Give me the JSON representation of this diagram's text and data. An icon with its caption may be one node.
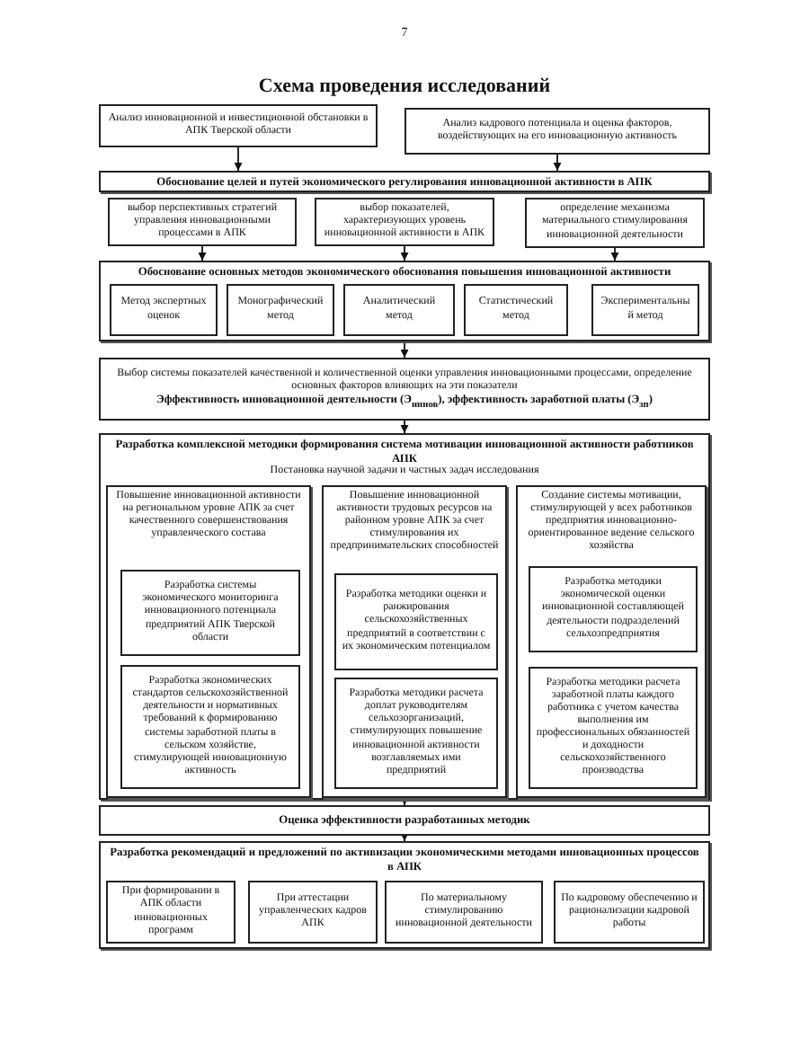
{
  "diagram": {
    "title": "Схема проведения исследований",
    "nodes": [
      {
        "text": [
          "Анализ инновационной и инвестиционной обстановки в АПК Тверской области"
        ]
      },
      {
        "text": [
          "Анализ кадрового потенциала и оценка факторов, воздействующих на его инновационную активность"
        ]
      },
      {
        "text": [
          "Обоснование целей и путей экономического регулирования инновационной активности в АПК"
        ]
      },
      {
        "text": [
          "выбор перспективных стратегий управления инновационными процессами в АПК"
        ]
      },
      {
        "text": [
          "выбор показателей, характеризующих уровень инновационной активности в АПК"
        ]
      },
      {
        "text": [
          "определение механизма материального стимулирования инновационной деятельности"
        ]
      },
      {
        "text": [
          "Обоснование основных методов экономического обоснования повышения инновационной активности"
        ]
      },
      {
        "text": [
          "Метод экспертных оценок"
        ],
        "in": 6
      },
      {
        "text": [
          "Монографический метод"
        ],
        "in": 6
      },
      {
        "text": [
          "Аналитический метод"
        ],
        "in": 6
      },
      {
        "text": [
          "Статистический метод"
        ],
        "in": 6
      },
      {
        "text": [
          "Экспериментальный метод"
        ],
        "in": 6
      },
      {
        "text": [
          "Выбор системы показателей качественной и количественной оценки управления инновационными процессами, определение основных факторов влияющих на эти показатели",
          "Эффективность инновационной деятельности (Э$_{иннов}$), эффективность заработной платы (Э$_{зп}$)"
        ]
      },
      {
        "text": [
          "Разработка комплексной методики формирования система мотивации инновационной активности работников АПК",
          "Постановка научной задачи и частных задач исследования"
        ]
      },
      {
        "text": [
          "Повышение инновационной активности на региональном уровне АПК за счет качественного совершенствования управленческого состава"
        ],
        "in": 13
      },
      {
        "text": [
          "Разработка системы экономического мониторинга инновационного потенциала предприятий АПК Тверской области"
        ],
        "in": 14
      },
      {
        "text": [
          "Разработка экономических стандартов сельскохозяйственной деятельности и нормативных требований к формированию системы заработной платы в сельском хозяйстве, стимулирующей инновационную активность"
        ],
        "in": 14
      },
      {
        "text": [
          "Повышение инновационной активности трудовых ресурсов на районном уровне АПК за счет стимулирования их предпринимательских способностей"
        ],
        "in": 13
      },
      {
        "text": [
          "Разработка методики оценки и ранжирования сельскохозяйственных предприятий в соответствии с их экономическим потенциалом"
        ],
        "in": 17
      },
      {
        "text": [
          "Разработка методики расчета доплат руководителям сельхозорганизаций, стимулирующих повышение инновационной активности возглавляемых ими предприятий"
        ],
        "in": 17
      },
      {
        "text": [
          "Создание системы мотивации, стимулирующей у всех работников предприятия инновационно-ориентированное ведение сельского хозяйства"
        ],
        "in": 13
      },
      {
        "text": [
          "Разработка методики экономической оценки инновационной составляющей деятельности подразделений сельхозпредприятия"
        ],
        "in": 20
      },
      {
        "text": [
          "Разработка методики расчета заработной платы каждого работника с учетом качества выполнения им профессиональных обязанностей и доходности сельскохозяйственного производства"
        ],
        "in": 20
      },
      {
        "text": [
          "Оценка эффективности разработанных методик"
        ]
      },
      {
        "text": [
          "Разработка рекомендаций и предложений по активизации экономическими методами инновационных процессов в АПК"
        ]
      },
      {
        "text": [
          "При формировании в АПК области инновационных программ"
        ],
        "in": 24
      },
      {
        "text": [
          "При аттестации управленческих кадров АПК"
        ],
        "in": 24
      },
      {
        "text": [
          "По материальному стимулированию инновационной деятельности"
        ],
        "in": 24
      },
      {
        "text": [
          "По кадровому обеспечению и рационализации кадровой работы"
        ],
        "in": 24
      }
    ],
    "edges": [
      {
        "from": 0,
        "to": 2,
        "arrow": "to"
      },
      {
        "from": 1,
        "to": 2,
        "arrow": "to"
      },
      {
        "from": 3,
        "to": 6,
        "arrow": "to"
      },
      {
        "from": 4,
        "to": 6,
        "arrow": "to"
      },
      {
        "from": 5,
        "to": 6,
        "arrow": "to"
      },
      {
        "from": 6,
        "to": 12,
        "arrow": "to"
      },
      {
        "from": 12,
        "to": 13,
        "arrow": "to"
      },
      {
        "from": 13,
        "to": 23,
        "arrow": "to"
      },
      {
        "from": 23,
        "to": 24,
        "arrow": "to"
      }
    ],
    "labels": [
      "7"
    ]
  }
}
